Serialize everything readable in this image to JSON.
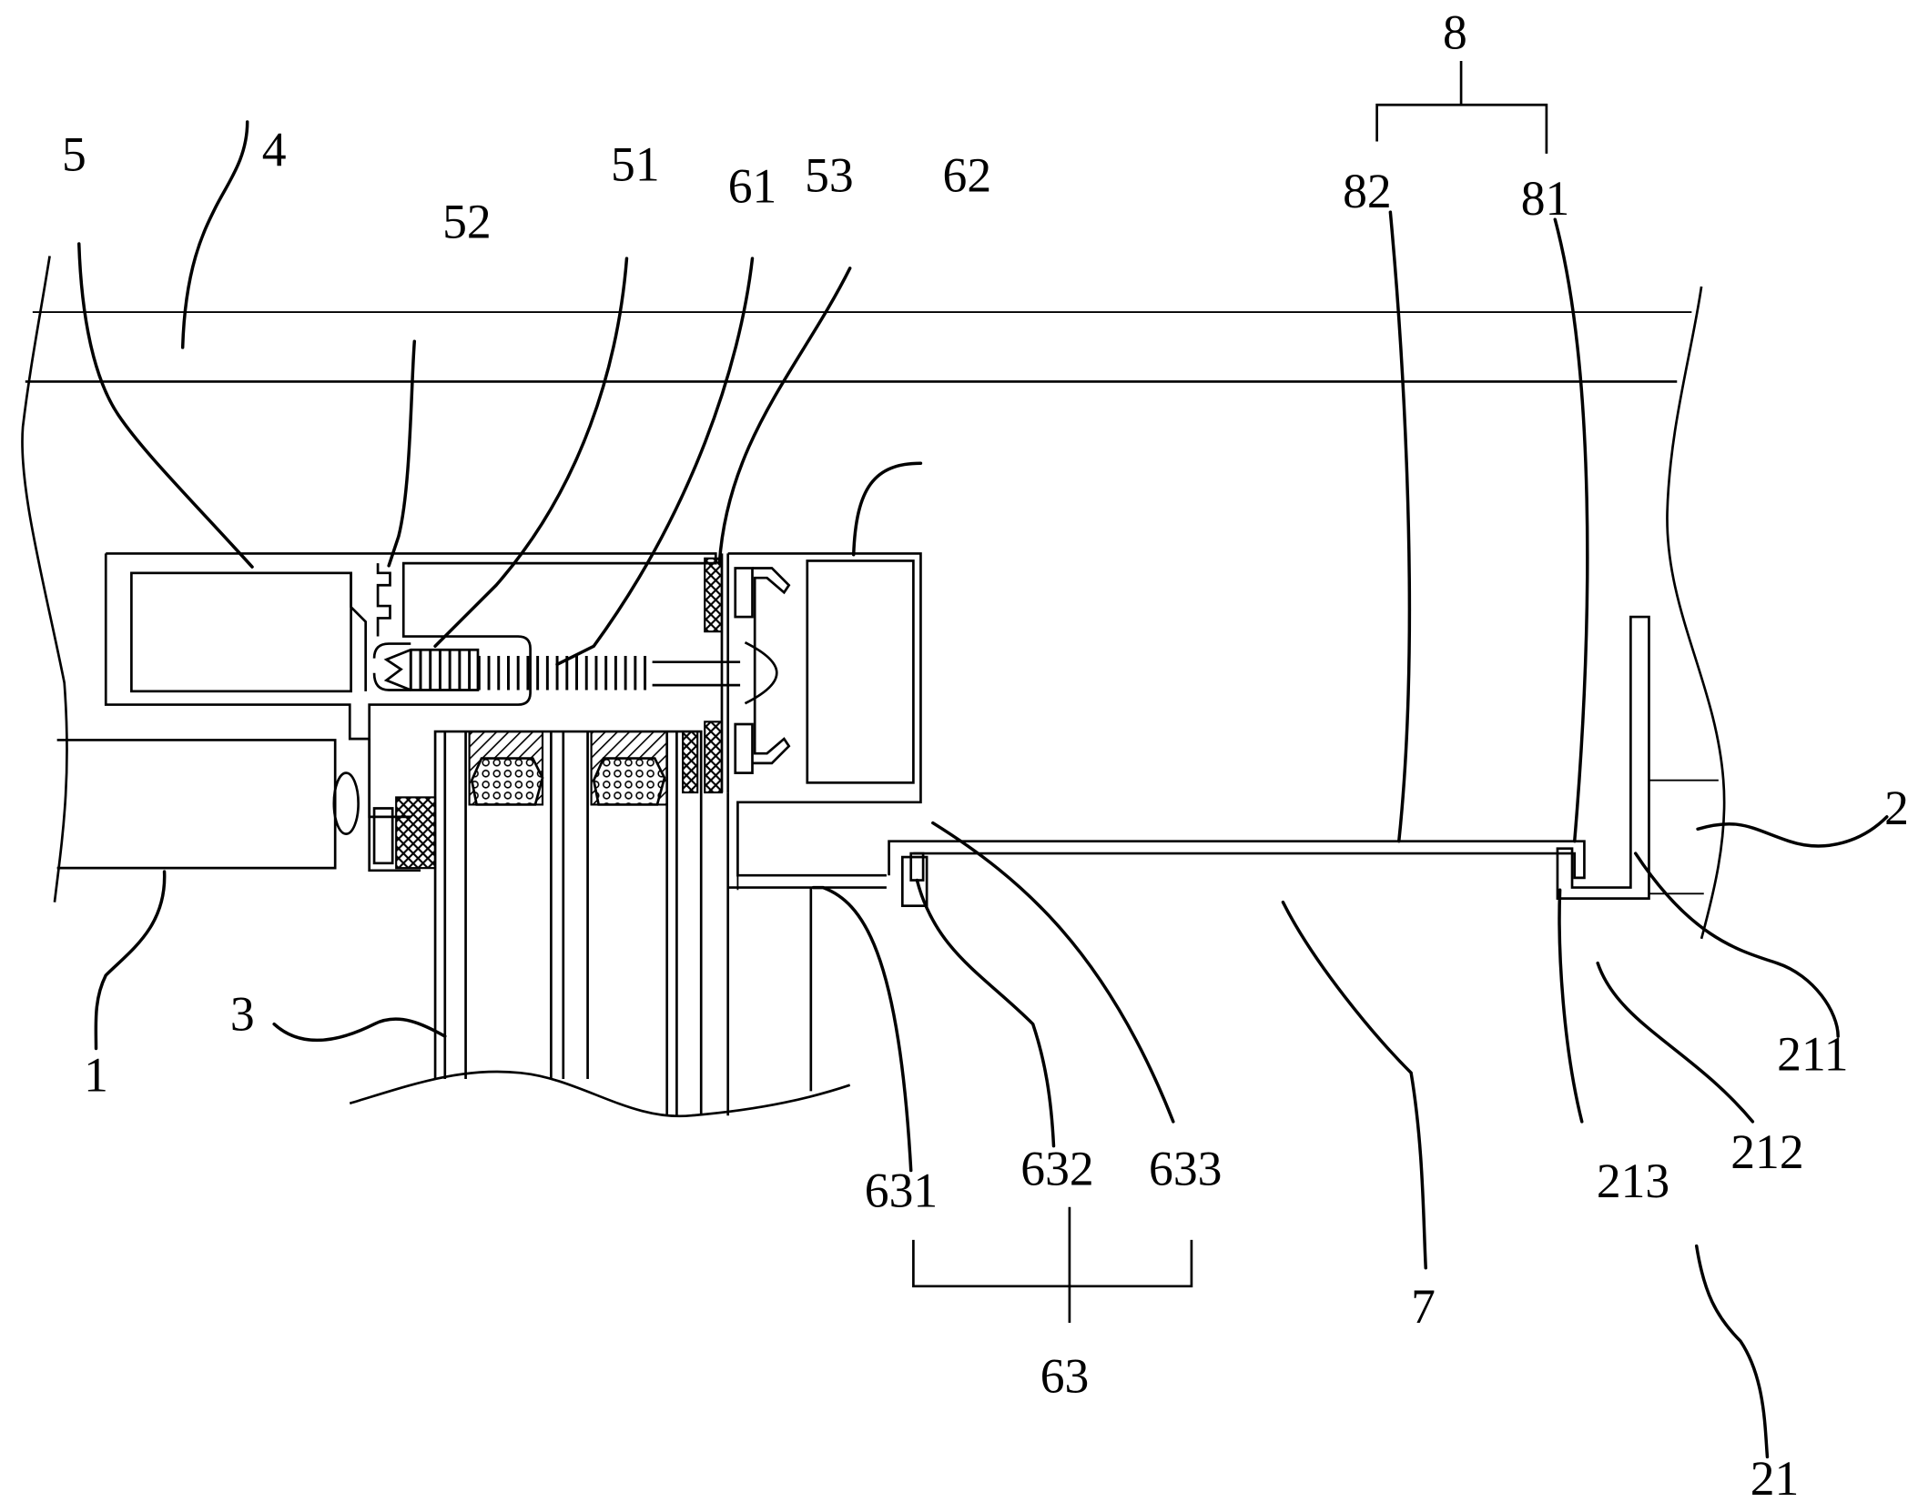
{
  "figure": {
    "type": "technical cross-section drawing (curtain wall / window frame connection)",
    "labels": [
      {
        "id": "label-1",
        "text": "1"
      },
      {
        "id": "label-2",
        "text": "2"
      },
      {
        "id": "label-3",
        "text": "3"
      },
      {
        "id": "label-4",
        "text": "4"
      },
      {
        "id": "label-5",
        "text": "5"
      },
      {
        "id": "label-7",
        "text": "7"
      },
      {
        "id": "label-8",
        "text": "8"
      },
      {
        "id": "label-21",
        "text": "21"
      },
      {
        "id": "label-51",
        "text": "51"
      },
      {
        "id": "label-52",
        "text": "52"
      },
      {
        "id": "label-53",
        "text": "53"
      },
      {
        "id": "label-61",
        "text": "61"
      },
      {
        "id": "label-62",
        "text": "62"
      },
      {
        "id": "label-63",
        "text": "63"
      },
      {
        "id": "label-81",
        "text": "81"
      },
      {
        "id": "label-82",
        "text": "82"
      },
      {
        "id": "label-211",
        "text": "211"
      },
      {
        "id": "label-212",
        "text": "212"
      },
      {
        "id": "label-213",
        "text": "213"
      },
      {
        "id": "label-631",
        "text": "631"
      },
      {
        "id": "label-632",
        "text": "632"
      },
      {
        "id": "label-633",
        "text": "633"
      }
    ],
    "groups": [
      {
        "parent": "8",
        "children": [
          "82",
          "81"
        ]
      },
      {
        "parent": "63",
        "children": [
          "631",
          "632",
          "633"
        ]
      }
    ]
  }
}
